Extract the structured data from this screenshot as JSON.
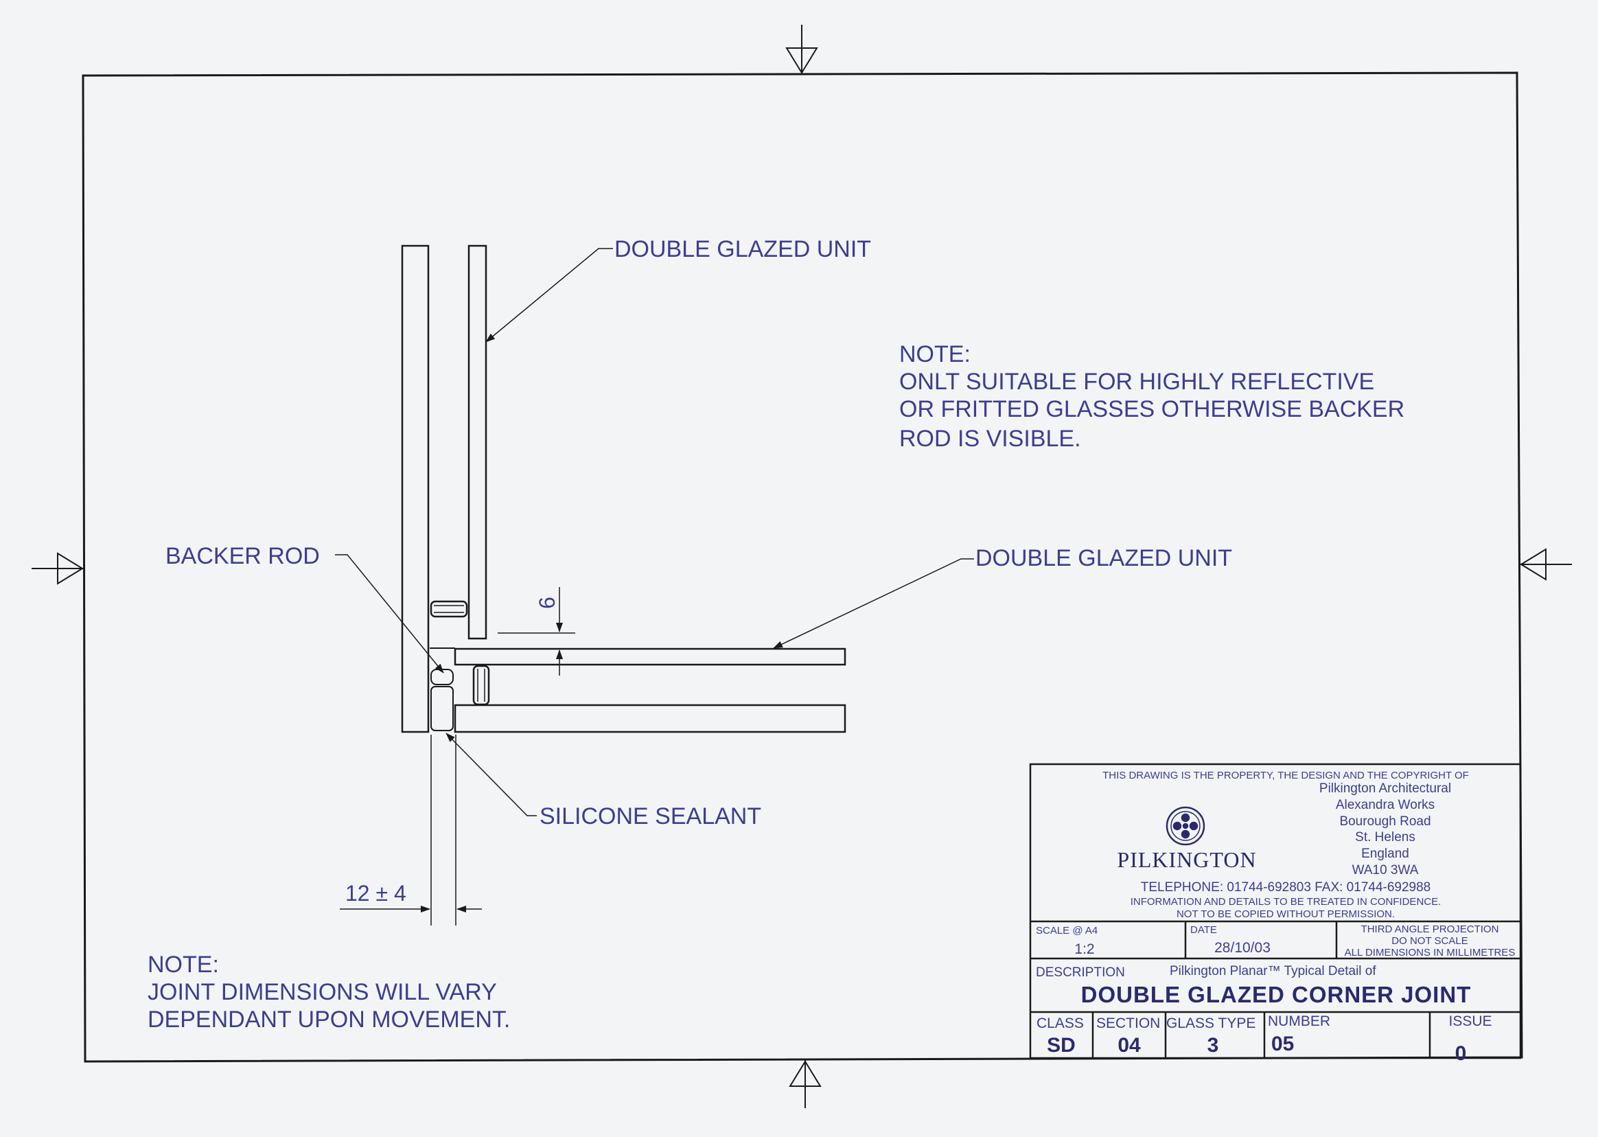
{
  "labels": {
    "dgu_top": "DOUBLE GLAZED UNIT",
    "dgu_side": "DOUBLE GLAZED UNIT",
    "backer_rod": "BACKER ROD",
    "silicone": "SILICONE SEALANT",
    "dim_6": "6",
    "dim_12": "12 ± 4"
  },
  "note_right": [
    "NOTE:",
    "ONLT SUITABLE FOR HIGHLY REFLECTIVE",
    "OR FRITTED GLASSES OTHERWISE BACKER",
    "ROD IS VISIBLE."
  ],
  "note_left": [
    "NOTE:",
    "JOINT DIMENSIONS WILL VARY",
    "DEPENDANT UPON MOVEMENT."
  ],
  "title_block": {
    "property_line": "THIS DRAWING IS THE PROPERTY, THE DESIGN AND THE COPYRIGHT OF",
    "address": [
      "Pilkington Architectural",
      "Alexandra Works",
      "Bourough Road",
      "St. Helens",
      "England",
      "WA10 3WA"
    ],
    "company": "PILKINGTON",
    "phone_fax": "TELEPHONE:  01744-692803    FAX:  01744-692988",
    "confidential_1": "INFORMATION AND DETAILS TO BE TREATED IN CONFIDENCE.",
    "confidential_2": "NOT TO BE COPIED WITHOUT PERMISSION.",
    "scale_label": "SCALE @ A4",
    "scale_value": "1:2",
    "date_label": "DATE",
    "date_value": "28/10/03",
    "projection": [
      "THIRD ANGLE PROJECTION",
      "DO NOT SCALE",
      "ALL DIMENSIONS IN MILLIMETRES"
    ],
    "description_label": "DESCRIPTION",
    "description_sub": "Pilkington Planar™ Typical Detail of",
    "description_title": "DOUBLE GLAZED CORNER JOINT",
    "class_label": "CLASS",
    "class_value": "SD",
    "section_label": "SECTION",
    "section_value": "04",
    "glass_type_label": "GLASS TYPE",
    "glass_type_value": "3",
    "number_label": "NUMBER",
    "number_value": "05",
    "issue_label": "ISSUE",
    "issue_value": "0"
  },
  "colors": {
    "ink": "#1a1a1a",
    "text": "#3d3d8f",
    "paper": "#f3f4f6"
  }
}
